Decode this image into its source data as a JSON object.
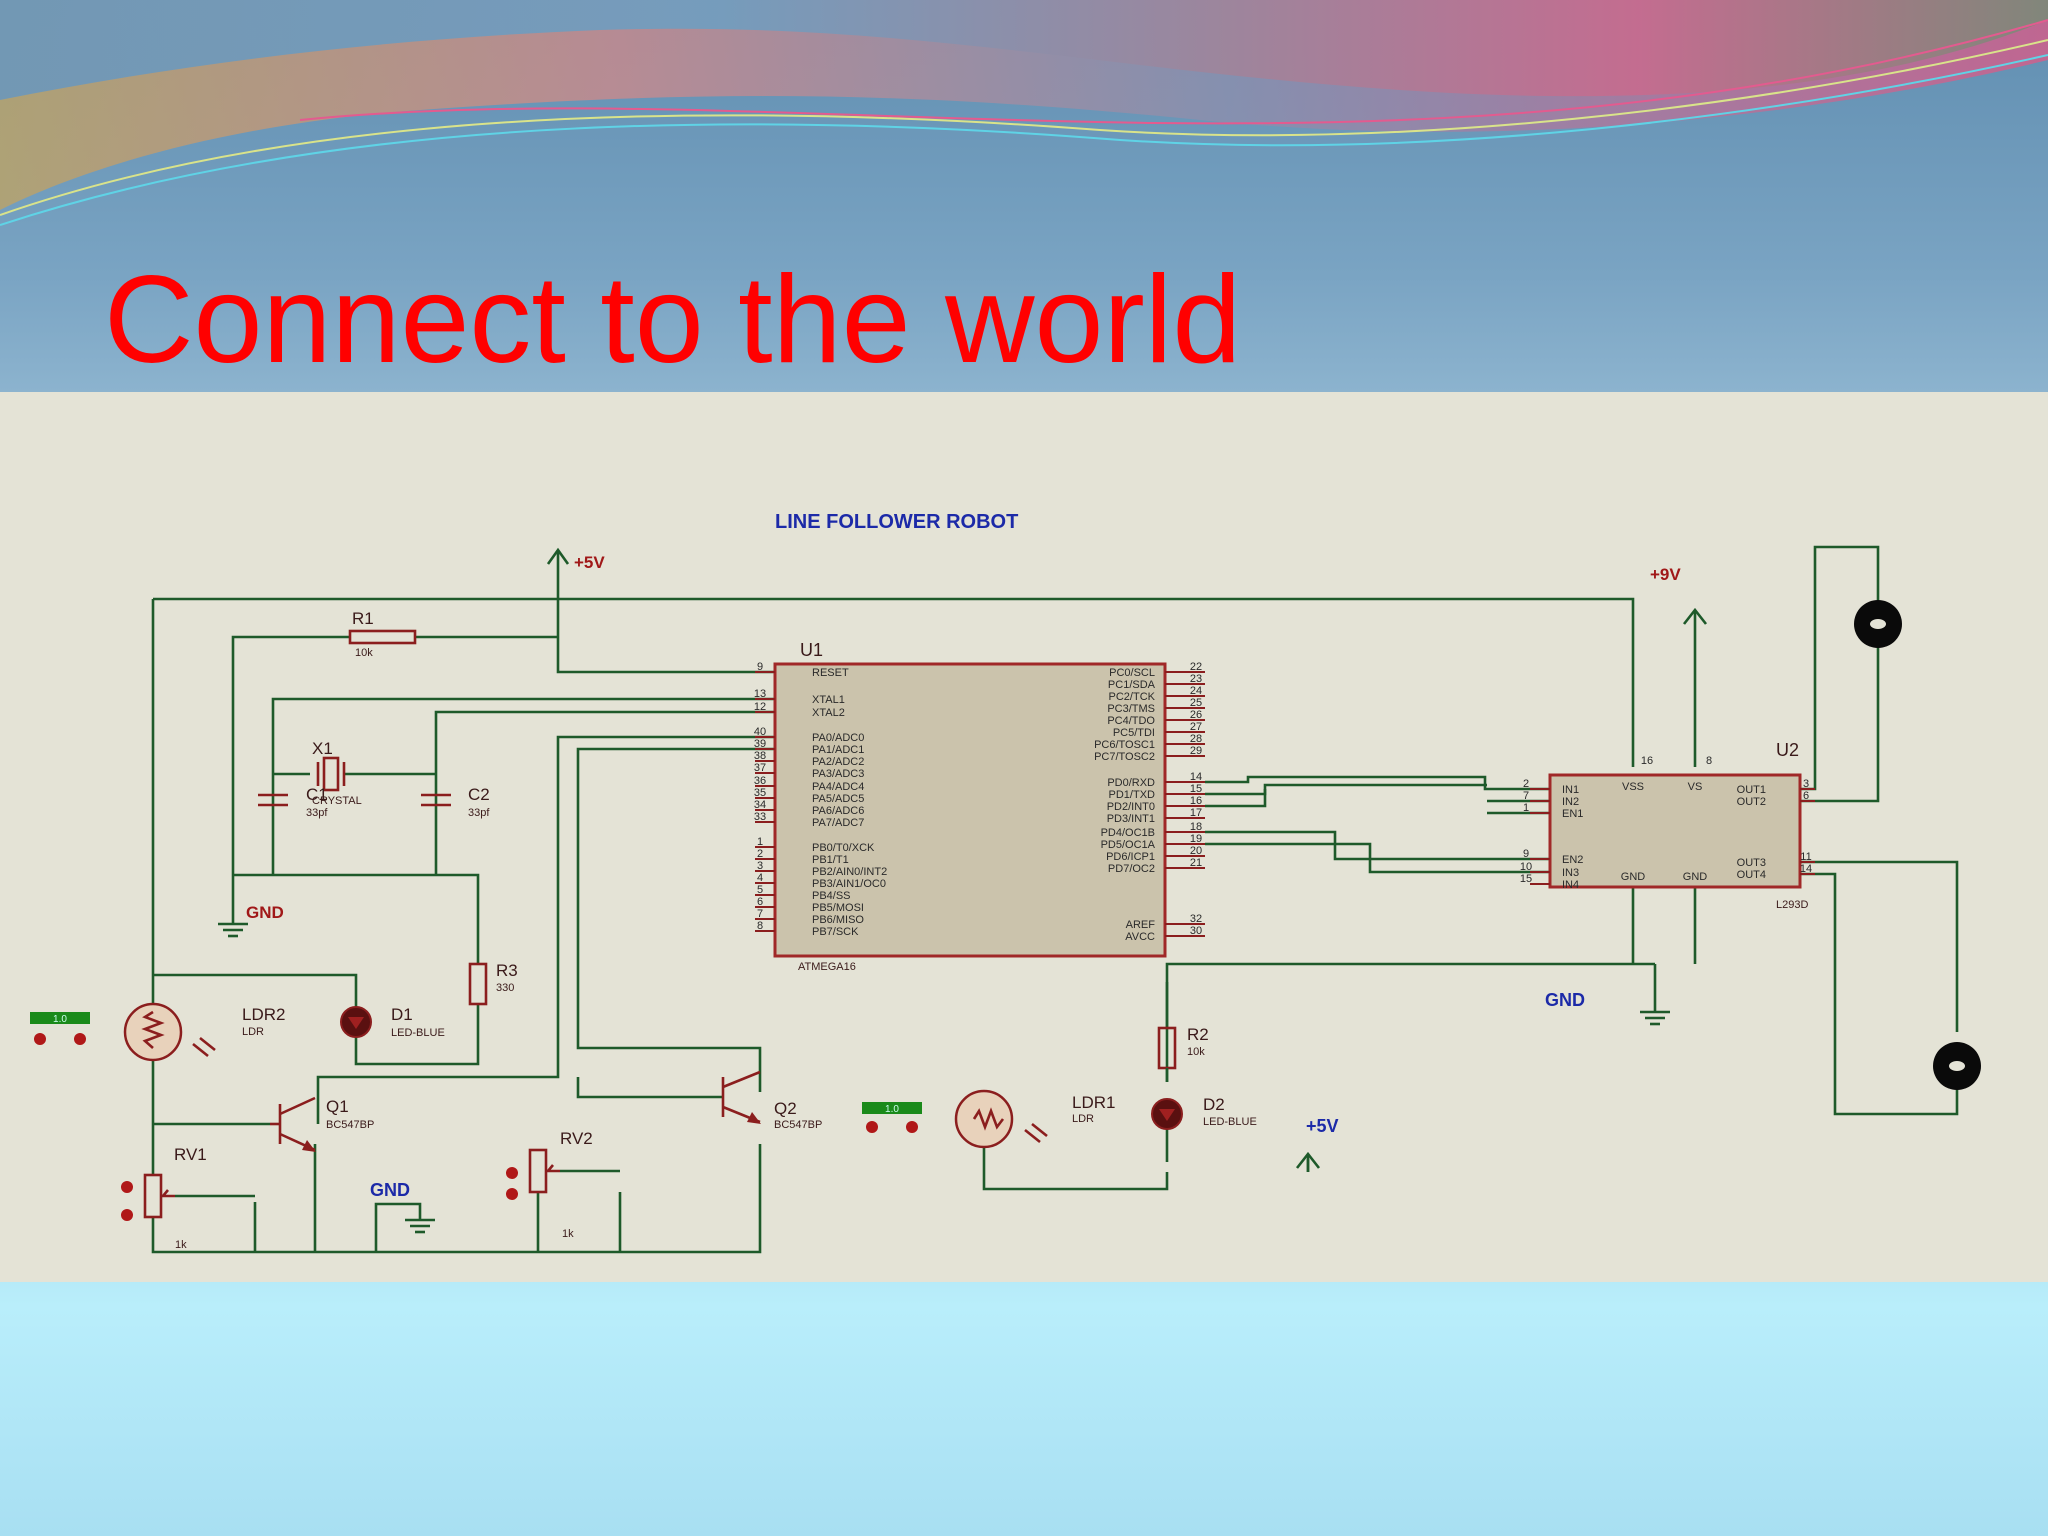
{
  "slide": {
    "title": "Connect to the world"
  },
  "schematic": {
    "heading": "LINE FOLLOWER ROBOT",
    "power": {
      "vcc5_top": "+5V",
      "vcc9": "+9V",
      "vcc5_bottom": "+5V"
    },
    "ground": {
      "gnd_left": "GND",
      "gnd_mid": "GND",
      "gnd_right": "GND"
    },
    "components": {
      "r1": {
        "ref": "R1",
        "value": "10k"
      },
      "x1": {
        "ref": "X1",
        "value": "CRYSTAL"
      },
      "c1": {
        "ref": "C1",
        "value": "33pf"
      },
      "c2": {
        "ref": "C2",
        "value": "33pf"
      },
      "r3": {
        "ref": "R3",
        "value": "330"
      },
      "ldr2": {
        "ref": "LDR2",
        "value": "LDR"
      },
      "d1": {
        "ref": "D1",
        "value": "LED-BLUE"
      },
      "q1": {
        "ref": "Q1",
        "value": "BC547BP"
      },
      "rv1": {
        "ref": "RV1",
        "value": "1k"
      },
      "rv2": {
        "ref": "RV2",
        "value": "1k"
      },
      "q2": {
        "ref": "Q2",
        "value": "BC547BP"
      },
      "ldr1": {
        "ref": "LDR1",
        "value": "LDR"
      },
      "r2": {
        "ref": "R2",
        "value": "10k"
      },
      "d2": {
        "ref": "D2",
        "value": "LED-BLUE"
      },
      "u1": {
        "ref": "U1",
        "value": "ATMEGA16"
      },
      "u2": {
        "ref": "U2",
        "value": "L293D"
      }
    },
    "u1_left_pins": [
      {
        "num": "9",
        "name": "RESET"
      },
      {
        "num": "13",
        "name": "XTAL1"
      },
      {
        "num": "12",
        "name": "XTAL2"
      },
      {
        "num": "40",
        "name": "PA0/ADC0"
      },
      {
        "num": "39",
        "name": "PA1/ADC1"
      },
      {
        "num": "38",
        "name": "PA2/ADC2"
      },
      {
        "num": "37",
        "name": "PA3/ADC3"
      },
      {
        "num": "36",
        "name": "PA4/ADC4"
      },
      {
        "num": "35",
        "name": "PA5/ADC5"
      },
      {
        "num": "34",
        "name": "PA6/ADC6"
      },
      {
        "num": "33",
        "name": "PA7/ADC7"
      },
      {
        "num": "1",
        "name": "PB0/T0/XCK"
      },
      {
        "num": "2",
        "name": "PB1/T1"
      },
      {
        "num": "3",
        "name": "PB2/AIN0/INT2"
      },
      {
        "num": "4",
        "name": "PB3/AIN1/OC0"
      },
      {
        "num": "5",
        "name": "PB4/SS"
      },
      {
        "num": "6",
        "name": "PB5/MOSI"
      },
      {
        "num": "7",
        "name": "PB6/MISO"
      },
      {
        "num": "8",
        "name": "PB7/SCK"
      }
    ],
    "u1_right_pins": [
      {
        "num": "22",
        "name": "PC0/SCL"
      },
      {
        "num": "23",
        "name": "PC1/SDA"
      },
      {
        "num": "24",
        "name": "PC2/TCK"
      },
      {
        "num": "25",
        "name": "PC3/TMS"
      },
      {
        "num": "26",
        "name": "PC4/TDO"
      },
      {
        "num": "27",
        "name": "PC5/TDI"
      },
      {
        "num": "28",
        "name": "PC6/TOSC1"
      },
      {
        "num": "29",
        "name": "PC7/TOSC2"
      },
      {
        "num": "14",
        "name": "PD0/RXD"
      },
      {
        "num": "15",
        "name": "PD1/TXD"
      },
      {
        "num": "16",
        "name": "PD2/INT0"
      },
      {
        "num": "17",
        "name": "PD3/INT1"
      },
      {
        "num": "18",
        "name": "PD4/OC1B"
      },
      {
        "num": "19",
        "name": "PD5/OC1A"
      },
      {
        "num": "20",
        "name": "PD6/ICP1"
      },
      {
        "num": "21",
        "name": "PD7/OC2"
      },
      {
        "num": "32",
        "name": "AREF"
      },
      {
        "num": "30",
        "name": "AVCC"
      }
    ],
    "u2_pins": {
      "left": [
        {
          "num": "2",
          "name": "IN1"
        },
        {
          "num": "7",
          "name": "IN2"
        },
        {
          "num": "1",
          "name": "EN1"
        },
        {
          "num": "9",
          "name": "EN2"
        },
        {
          "num": "10",
          "name": "IN3"
        },
        {
          "num": "15",
          "name": "IN4"
        }
      ],
      "right": [
        {
          "num": "3",
          "name": "OUT1"
        },
        {
          "num": "6",
          "name": "OUT2"
        },
        {
          "num": "11",
          "name": "OUT3"
        },
        {
          "num": "14",
          "name": "OUT4"
        }
      ],
      "top": [
        {
          "num": "16",
          "name": "VSS"
        },
        {
          "num": "8",
          "name": "VS"
        }
      ],
      "bottom": [
        "GND",
        "GND"
      ]
    },
    "probe_labels": [
      "1.0",
      "1.0"
    ]
  }
}
